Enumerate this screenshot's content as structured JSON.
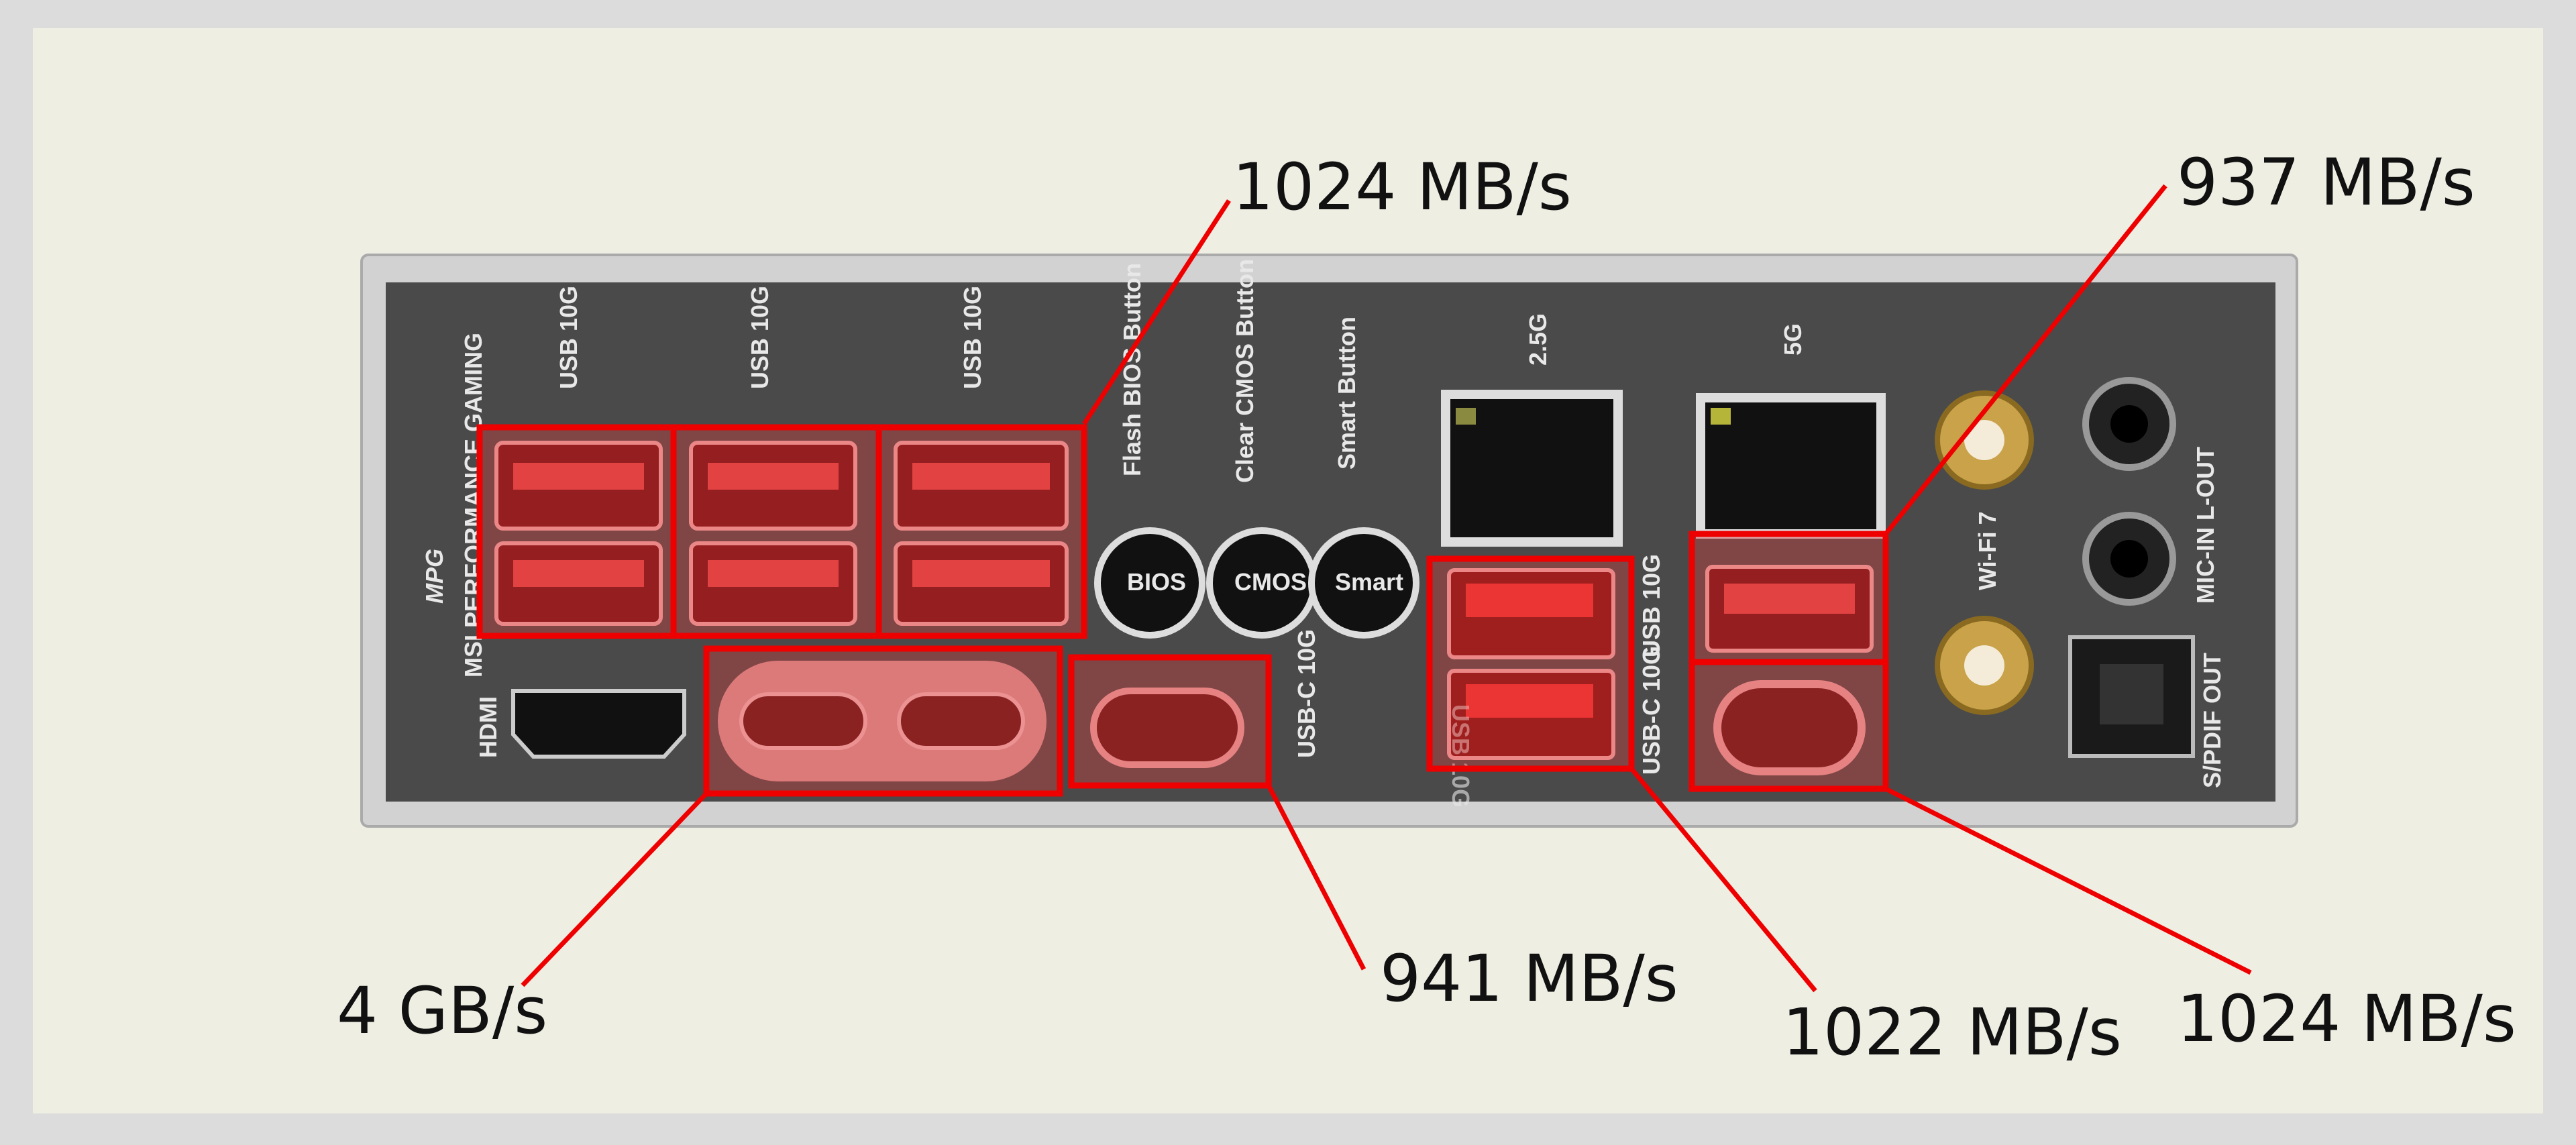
{
  "panel": {
    "logo": "MPG",
    "brand_text": "MSI PERFORMANCE GAMING",
    "hdmi_label": "HDMI",
    "usb_labels": [
      "USB 10G",
      "USB 10G",
      "USB 10G"
    ],
    "flash_bios": "Flash BIOS Button",
    "clear_cmos": "Clear CMOS Button",
    "smart": "Smart Button",
    "btn_bios": "BIOS",
    "btn_cmos": "CMOS",
    "btn_smart": "Smart",
    "usbc_single_label": "USB-C 10G",
    "usb_mid_left_label": "USB 10G",
    "usb_mid_right_label": "USB 10G",
    "usbc_mid_label": "USB-C 10G",
    "lan1": "2.5G",
    "lan2": "5G",
    "wifi": "Wi-Fi 7",
    "audio": "MIC-IN  L-OUT",
    "spdif": "S/PDIF OUT"
  },
  "annotations": {
    "top_usb_speed": "1024 MB/s",
    "right_usb_speed": "937 MB/s",
    "dual_usbc_speed": "4 GB/s",
    "single_usbc_speed": "941 MB/s",
    "mid_usb_speed": "1022 MB/s",
    "right_usbc_speed": "1024 MB/s"
  },
  "colors": {
    "highlight": "#ee0000",
    "background": "#eeeee3"
  }
}
